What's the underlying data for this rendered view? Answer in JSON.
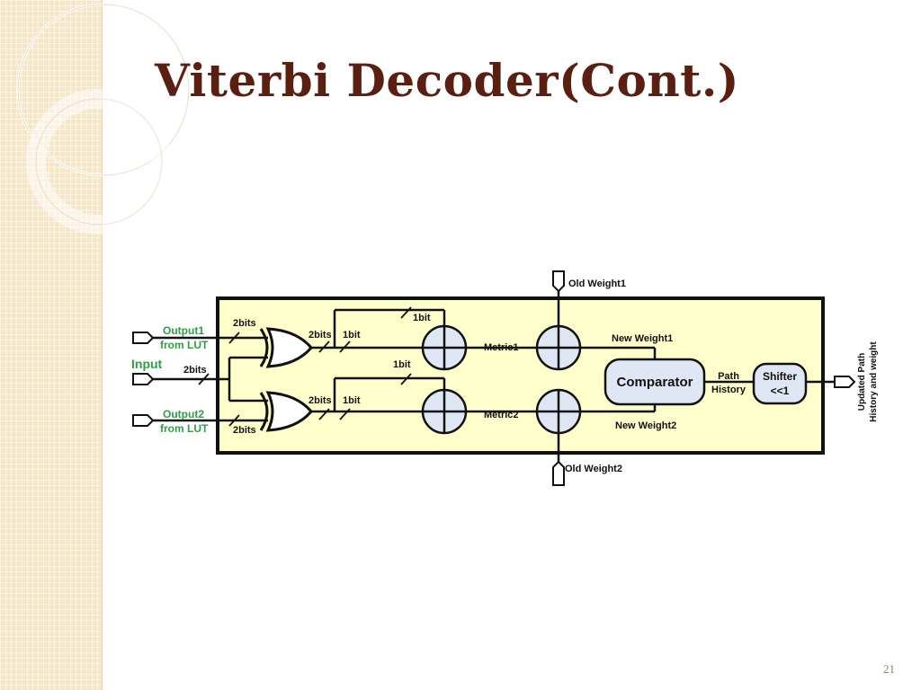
{
  "slide": {
    "title": "Viterbi Decoder(Cont.)",
    "page_number": "21"
  },
  "diagram": {
    "labels": {
      "old_weight1": "Old Weight1",
      "old_weight2": "Old Weight2",
      "output1": "Output1",
      "output1_from": "from LUT",
      "output2": "Output2",
      "output2_from": "from LUT",
      "input": "Input",
      "bus_2bits_top": "2bits",
      "bus_2bits_input": "2bits",
      "bus_2bits_bottom": "2bits",
      "xor1_out": "2bits",
      "xor2_out": "2bits",
      "bit_1bit_a": "1bit",
      "bit_1bit_b": "1bit",
      "bit_1bit_c": "1bit",
      "bit_1bit_d": "1bit",
      "metric1": "Metric1",
      "metric2": "Metric2",
      "new_weight1": "New Weight1",
      "new_weight2": "New Weight2",
      "comparator": "Comparator",
      "path_history_line1": "Path",
      "path_history_line2": "History",
      "shifter_line1": "Shifter",
      "shifter_line2": "<<1",
      "output_line1": "Updated Path",
      "output_line2": "History and weight"
    },
    "colors": {
      "block_fill": "#ffffcc",
      "node_fill": "#dfe7f5",
      "input_label": "#2f9e44",
      "title": "#5a1f10"
    }
  }
}
